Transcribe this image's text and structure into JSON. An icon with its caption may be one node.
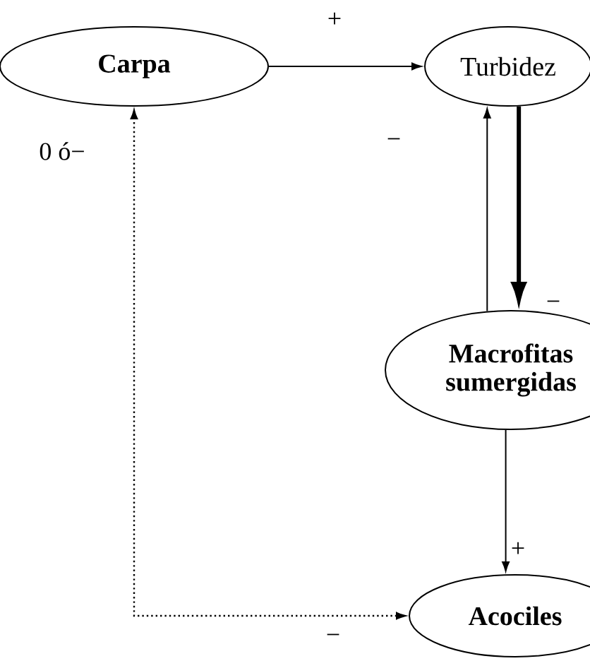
{
  "diagram": {
    "nodes": [
      {
        "text": [
          "Carpa"
        ]
      },
      {
        "text": [
          "Turbidez"
        ]
      },
      {
        "text": [
          "Macrofitas sumergidas"
        ]
      },
      {
        "text": [
          "Acociles"
        ]
      }
    ],
    "edges": [
      {
        "from": 0,
        "to": 1,
        "arrow": "to",
        "label": "+"
      },
      {
        "from": 2,
        "to": 1,
        "arrow": "to",
        "label": "−"
      },
      {
        "from": 1,
        "to": 2,
        "arrow": "to",
        "label": "−",
        "style": "thick"
      },
      {
        "from": 2,
        "to": 3,
        "arrow": "to",
        "label": "+"
      },
      {
        "from": 3,
        "to": 0,
        "arrow": "both",
        "label": "0 ó−",
        "style": "dashed"
      }
    ],
    "labels": [
      "−"
    ]
  }
}
